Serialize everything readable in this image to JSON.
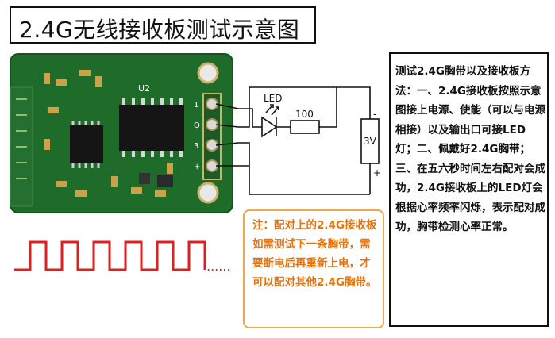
{
  "title": "2.4G无线接收板测试示意图",
  "circuit": {
    "led_label": "LED",
    "resistor_label": "100",
    "battery_label": "3V",
    "minus_label": "-",
    "plus_label": "+"
  },
  "board": {
    "chip_label": "U2",
    "pin_labels": [
      "1",
      "O",
      "3",
      "+"
    ]
  },
  "note": {
    "text": "注：配对上的2.4G接收板如需测试下一条胸带，需要断电后再重新上电，才可以配对其他2.4G胸带。"
  },
  "instructions": {
    "text": "测试2.4G胸带以及接收板方法：一、2.4G接收板按照示意图接上电源、使能（可以与电源相接）以及输出口可接LED灯；二、佩戴好2.4G胸带；三、在五六秒时间左右配对会成功，2.4G接收板上的LED灯会根据心率频率闪烁，表示配对成功，胸带检测心率正常。"
  },
  "waveform": {
    "dots": "......",
    "color": "#e02020"
  },
  "colors": {
    "pcb": "#1f6b2a",
    "note_border": "#f3a64a",
    "note_text": "#e8720c"
  }
}
